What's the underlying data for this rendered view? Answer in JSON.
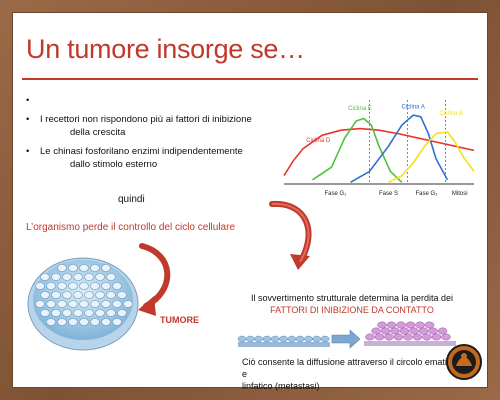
{
  "slide": {
    "title": "Un tumore insorge se…",
    "bullets": [
      {
        "symbol": "•",
        "text": ""
      },
      {
        "symbol": "•",
        "text": "I recettori non rispondono più ai fattori di inibizione",
        "cont": "della crescita"
      },
      {
        "symbol": "•",
        "text": "Le chinasi fosforilano enzimi indipendentemente",
        "cont": "dallo stimolo esterno"
      }
    ],
    "quindi": "quindi",
    "lost_control": "L’organismo perde il controllo del ciclo cellulare",
    "tumore": "TUMORE",
    "struct_line1": "Il sovvertimento strutturale determina la perdita dei",
    "struct_line2": "FATTORI DI INIBIZIONE DA CONTATTO",
    "diffusion_line1": "Ciò consente la diffusione attraverso il circolo ematico e",
    "diffusion_line2": "linfatico (metastasi)"
  },
  "colors": {
    "title": "#c0392b",
    "arrow": "#c0392b",
    "cyclin_d": "#e8352b",
    "cyclin_e": "#4cc23a",
    "cyclin_a": "#2f6fd0",
    "cyclin_b": "#f2e11a"
  },
  "chart_data": {
    "type": "line",
    "x_phases": [
      "Fase G₁",
      "Fase S",
      "Fase G₂",
      "Mitosi"
    ],
    "series": [
      {
        "name": "Ciclina D",
        "x": [
          0,
          5,
          10,
          20,
          30,
          40,
          50,
          60,
          70,
          80,
          90,
          100
        ],
        "values": [
          0.1,
          0.28,
          0.42,
          0.58,
          0.64,
          0.66,
          0.64,
          0.6,
          0.55,
          0.5,
          0.45,
          0.4
        ]
      },
      {
        "name": "Ciclina E",
        "x": [
          15,
          25,
          32,
          38,
          42,
          46,
          50,
          56,
          62
        ],
        "values": [
          0.05,
          0.2,
          0.55,
          0.75,
          0.78,
          0.7,
          0.45,
          0.15,
          0.02
        ]
      },
      {
        "name": "Ciclina A",
        "x": [
          35,
          45,
          55,
          62,
          68,
          72,
          76,
          80,
          86
        ],
        "values": [
          0.02,
          0.15,
          0.45,
          0.7,
          0.82,
          0.8,
          0.6,
          0.3,
          0.05
        ]
      },
      {
        "name": "Ciclina B",
        "x": [
          55,
          62,
          68,
          74,
          80,
          86,
          90,
          95,
          100
        ],
        "values": [
          0.02,
          0.1,
          0.25,
          0.45,
          0.6,
          0.62,
          0.5,
          0.3,
          0.15
        ]
      }
    ],
    "ylim": [
      0,
      1
    ],
    "xlim": [
      0,
      100
    ],
    "phase_boundaries": [
      45,
      65,
      85
    ]
  },
  "icons": {
    "dish": "petri-dish-icon",
    "arrow_curved_1": "curved-arrow-icon",
    "arrow_curved_2": "curved-arrow-icon",
    "arrow_straight": "right-arrow-icon",
    "logo": "greek-vase-icon"
  }
}
